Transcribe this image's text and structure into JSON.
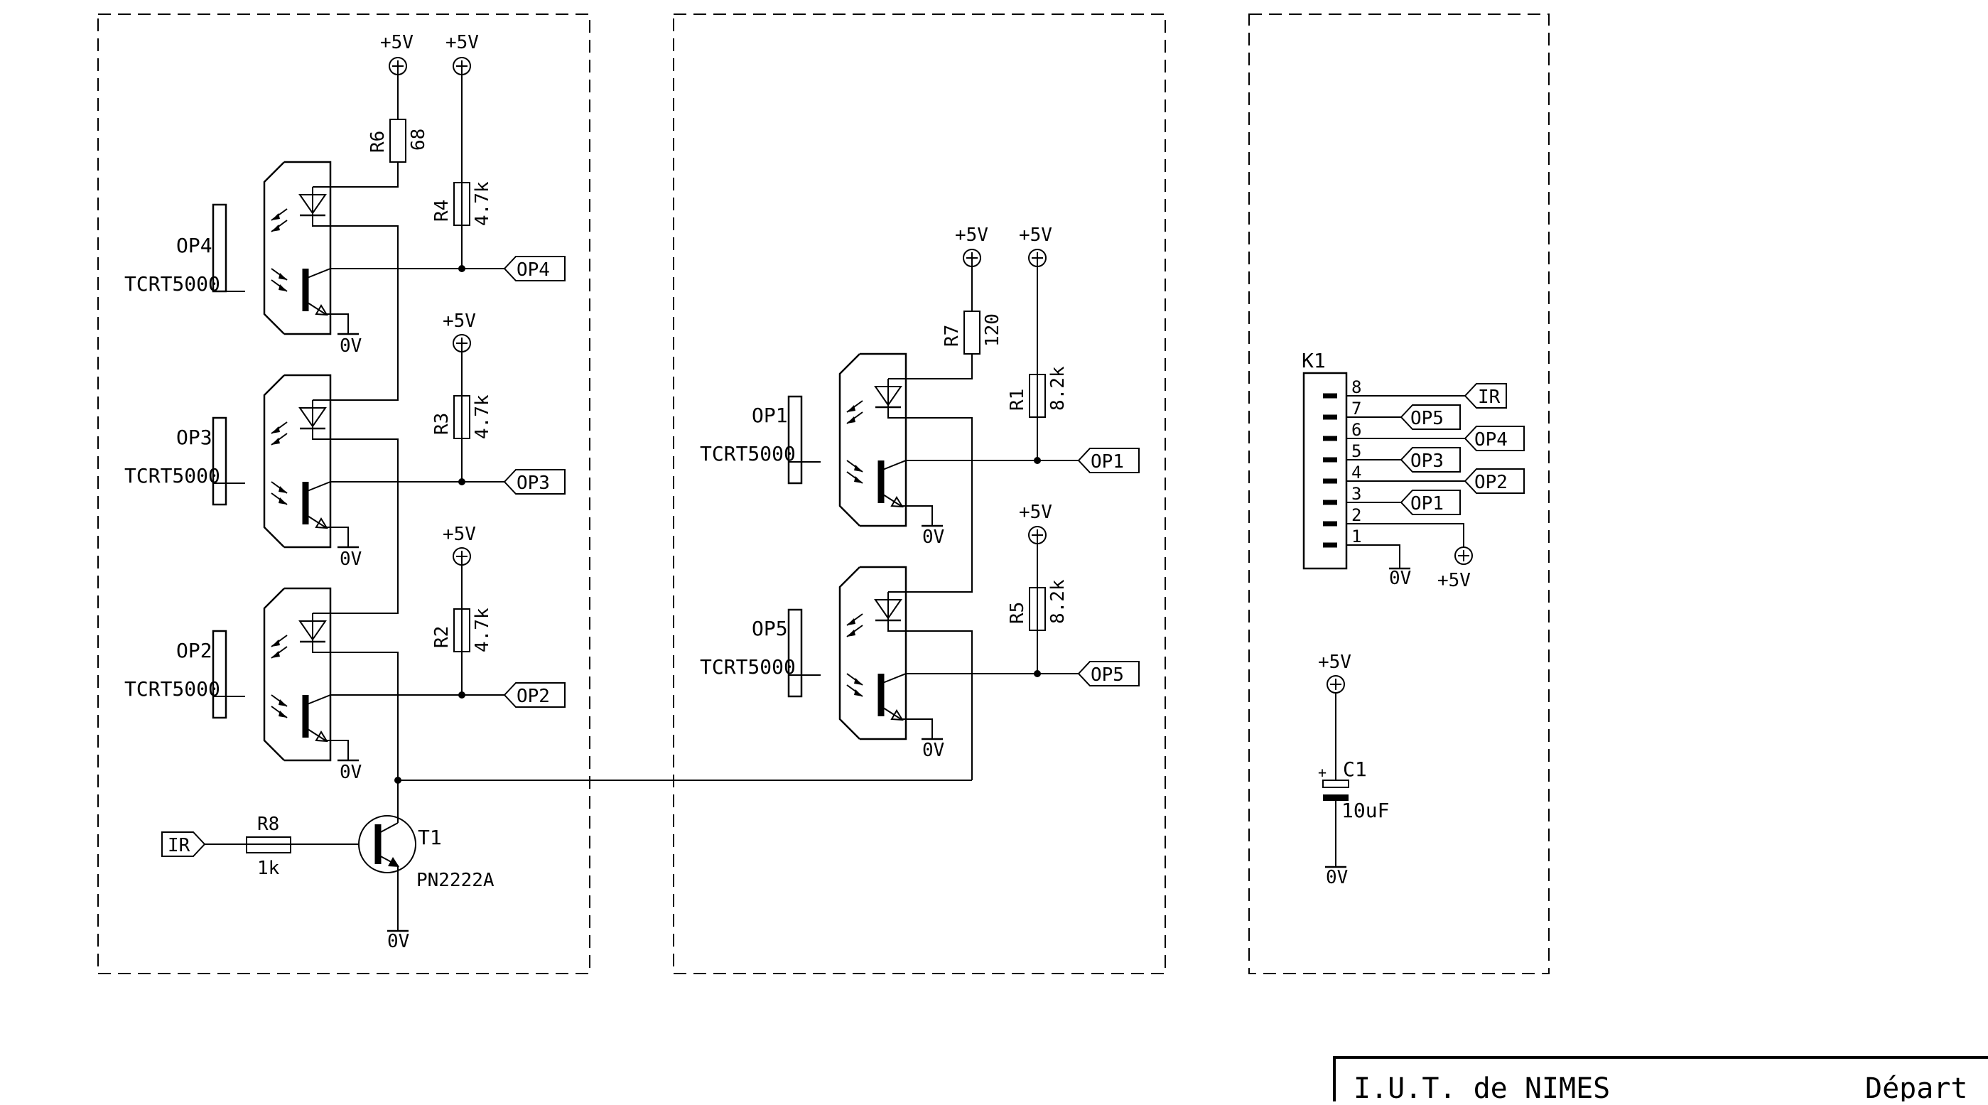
{
  "power": {
    "vcc": "+5V",
    "gnd": "0V"
  },
  "optos": {
    "op4": {
      "ref": "OP4",
      "part": "TCRT5000"
    },
    "op3": {
      "ref": "OP3",
      "part": "TCRT5000"
    },
    "op2": {
      "ref": "OP2",
      "part": "TCRT5000"
    },
    "op1": {
      "ref": "OP1",
      "part": "TCRT5000"
    },
    "op5": {
      "ref": "OP5",
      "part": "TCRT5000"
    }
  },
  "resistors": {
    "r6": {
      "ref": "R6",
      "value": "68"
    },
    "r4": {
      "ref": "R4",
      "value": "4.7k"
    },
    "r3": {
      "ref": "R3",
      "value": "4.7k"
    },
    "r2": {
      "ref": "R2",
      "value": "4.7k"
    },
    "r8": {
      "ref": "R8",
      "value": "1k"
    },
    "r7": {
      "ref": "R7",
      "value": "120"
    },
    "r1": {
      "ref": "R1",
      "value": "8.2k"
    },
    "r5": {
      "ref": "R5",
      "value": "8.2k"
    }
  },
  "transistor": {
    "ref": "T1",
    "part": "PN2222A"
  },
  "capacitor": {
    "ref": "C1",
    "value": "10uF",
    "polarity": "+"
  },
  "connector": {
    "ref": "K1",
    "pins": [
      "8",
      "7",
      "6",
      "5",
      "4",
      "3",
      "2",
      "1"
    ],
    "signals": {
      "p8": "IR",
      "p7": "OP5",
      "p6": "OP4",
      "p5": "OP3",
      "p4": "OP2",
      "p3": "OP1"
    }
  },
  "net_labels": {
    "op4": "OP4",
    "op3": "OP3",
    "op2": "OP2",
    "op1": "OP1",
    "op5": "OP5",
    "ir": "IR"
  },
  "title_block": {
    "org": "I.U.T. de NIMES",
    "title": "Départ"
  }
}
